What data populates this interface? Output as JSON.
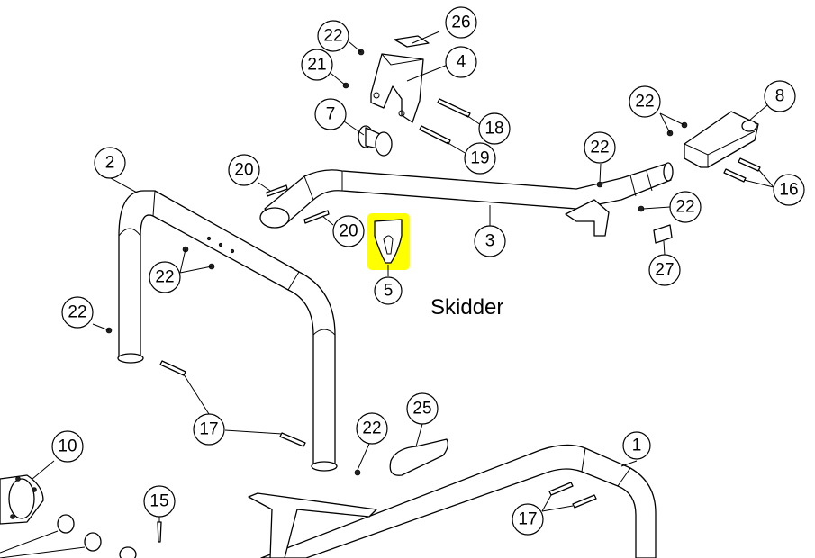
{
  "diagram": {
    "title": "Skidder",
    "highlight_color": "#ffff00",
    "callouts": [
      {
        "id": "c-26",
        "label": "26"
      },
      {
        "id": "c-22a",
        "label": "22"
      },
      {
        "id": "c-4",
        "label": "4"
      },
      {
        "id": "c-21",
        "label": "21"
      },
      {
        "id": "c-7",
        "label": "7"
      },
      {
        "id": "c-18",
        "label": "18"
      },
      {
        "id": "c-19",
        "label": "19"
      },
      {
        "id": "c-22b",
        "label": "22"
      },
      {
        "id": "c-8",
        "label": "8"
      },
      {
        "id": "c-22c",
        "label": "22"
      },
      {
        "id": "c-16",
        "label": "16"
      },
      {
        "id": "c-2",
        "label": "2"
      },
      {
        "id": "c-20a",
        "label": "20"
      },
      {
        "id": "c-20b",
        "label": "20"
      },
      {
        "id": "c-22d",
        "label": "22"
      },
      {
        "id": "c-3",
        "label": "3"
      },
      {
        "id": "c-22e",
        "label": "22"
      },
      {
        "id": "c-27",
        "label": "27"
      },
      {
        "id": "c-5",
        "label": "5"
      },
      {
        "id": "c-22f",
        "label": "22"
      },
      {
        "id": "c-22g",
        "label": "22"
      },
      {
        "id": "c-17a",
        "label": "17"
      },
      {
        "id": "c-22h",
        "label": "22"
      },
      {
        "id": "c-25",
        "label": "25"
      },
      {
        "id": "c-10",
        "label": "10"
      },
      {
        "id": "c-1",
        "label": "1"
      },
      {
        "id": "c-15",
        "label": "15"
      },
      {
        "id": "c-17b",
        "label": "17"
      }
    ]
  }
}
